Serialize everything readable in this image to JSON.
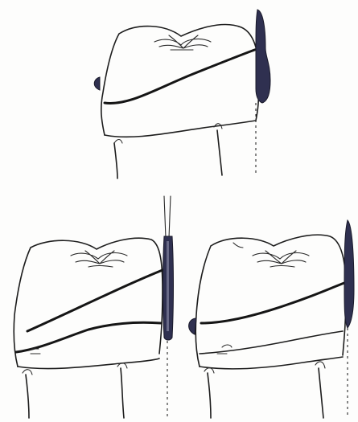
{
  "figure": {
    "panels": [
      {
        "name": "top-tooth",
        "has_matrix_band": true,
        "has_wedge": true
      },
      {
        "name": "bottom-left-tooth",
        "has_matrix_band": true,
        "has_retainer": true
      },
      {
        "name": "bottom-right-tooth",
        "has_matrix_band": true,
        "has_wedge": true
      }
    ],
    "colors": {
      "line": "#1d1d1d",
      "matrix": "#2f3050",
      "background": "#fdfdfc"
    }
  }
}
